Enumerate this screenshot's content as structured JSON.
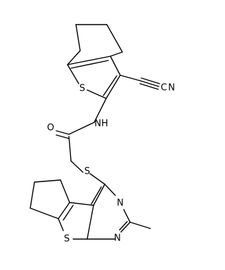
{
  "molecule": {
    "atoms": {
      "s_top": "S",
      "n_nitrile": "N",
      "c_nitrile": "C",
      "nh": "NH",
      "o_carbonyl": "O",
      "s_link": "S",
      "n_upper": "N",
      "n_lower": "N",
      "s_bottom": "S"
    }
  }
}
